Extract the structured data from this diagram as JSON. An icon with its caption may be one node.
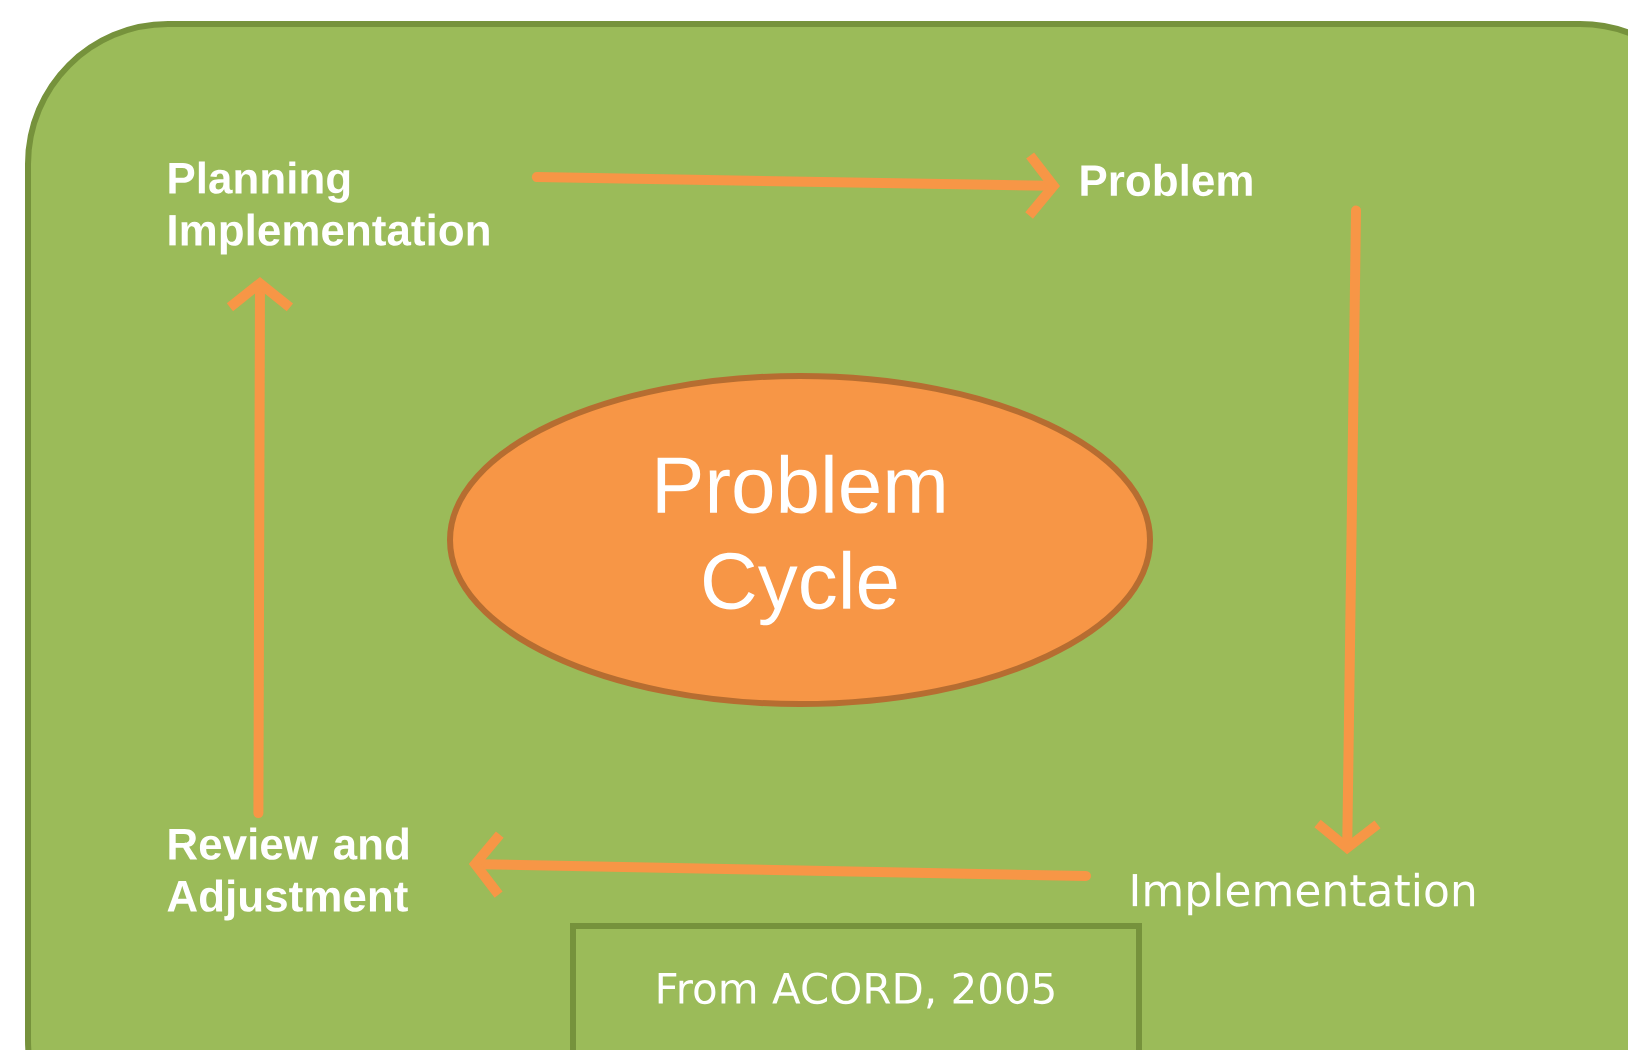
{
  "diagram": {
    "nodes": [
      {
        "text": [
          "Planning Implementation"
        ]
      },
      {
        "text": [
          "Problem"
        ]
      },
      {
        "text": [
          "Implementation"
        ]
      },
      {
        "text": [
          "Review and Adjustment"
        ]
      },
      {
        "text": [
          "Problem Cycle"
        ]
      },
      {
        "text": [
          "From ACORD, 2005"
        ]
      }
    ],
    "edges": [
      {
        "from": 0,
        "to": 1,
        "arrow": "to"
      },
      {
        "from": 1,
        "to": 2,
        "arrow": "to"
      },
      {
        "from": 2,
        "to": 3,
        "arrow": "to"
      },
      {
        "from": 3,
        "to": 0,
        "arrow": "to"
      }
    ]
  }
}
